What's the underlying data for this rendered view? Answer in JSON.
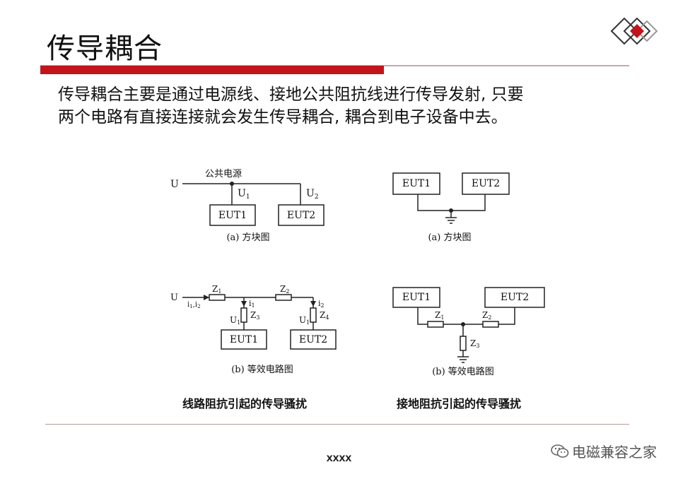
{
  "slide": {
    "title": "传导耦合",
    "body_lines": [
      "传导耦合主要是通过电源线、接地公共阻抗线进行传导发射, 只要",
      "两个电路有直接连接就会发生传导耦合, 耦合到电子设备中去。"
    ],
    "footer": "xxxx",
    "watermark": "电磁兼容之家",
    "accent_color": "#c2141a"
  },
  "diagrams": {
    "line_block": {
      "source": "U",
      "bus_label": "公共电源",
      "u1": "U",
      "u1_sub": "1",
      "u2": "U",
      "u2_sub": "2",
      "box1": "EUT1",
      "box2": "EUT2",
      "caption": "(a) 方块图"
    },
    "ground_block": {
      "box1": "EUT1",
      "box2": "EUT2",
      "caption": "(a) 方块图"
    },
    "line_equiv": {
      "source": "U",
      "currents": "i",
      "currents_sub1": "1",
      "currents_sep": ",i",
      "currents_sub2": "2",
      "z1": "Z",
      "z1_sub": "1",
      "z2": "Z",
      "z2_sub": "2",
      "z3": "Z",
      "z3_sub": "3",
      "z4": "Z",
      "z4_sub": "4",
      "i1": "i",
      "i1_sub": "1",
      "i2": "i",
      "i2_sub": "2",
      "ua": "U",
      "ua_sub": "1",
      "ub": "U",
      "ub_sub": "1",
      "box1": "EUT1",
      "box2": "EUT2",
      "caption": "(b) 等效电路图"
    },
    "ground_equiv": {
      "box1": "EUT1",
      "box2": "EUT2",
      "z1": "Z",
      "z1_sub": "1",
      "z2": "Z",
      "z2_sub": "2",
      "z3": "Z",
      "z3_sub": "3",
      "caption": "(b) 等效电路图"
    }
  },
  "captions": {
    "left": "线路阻抗引起的传导骚扰",
    "right": "接地阻抗引起的传导骚扰"
  }
}
